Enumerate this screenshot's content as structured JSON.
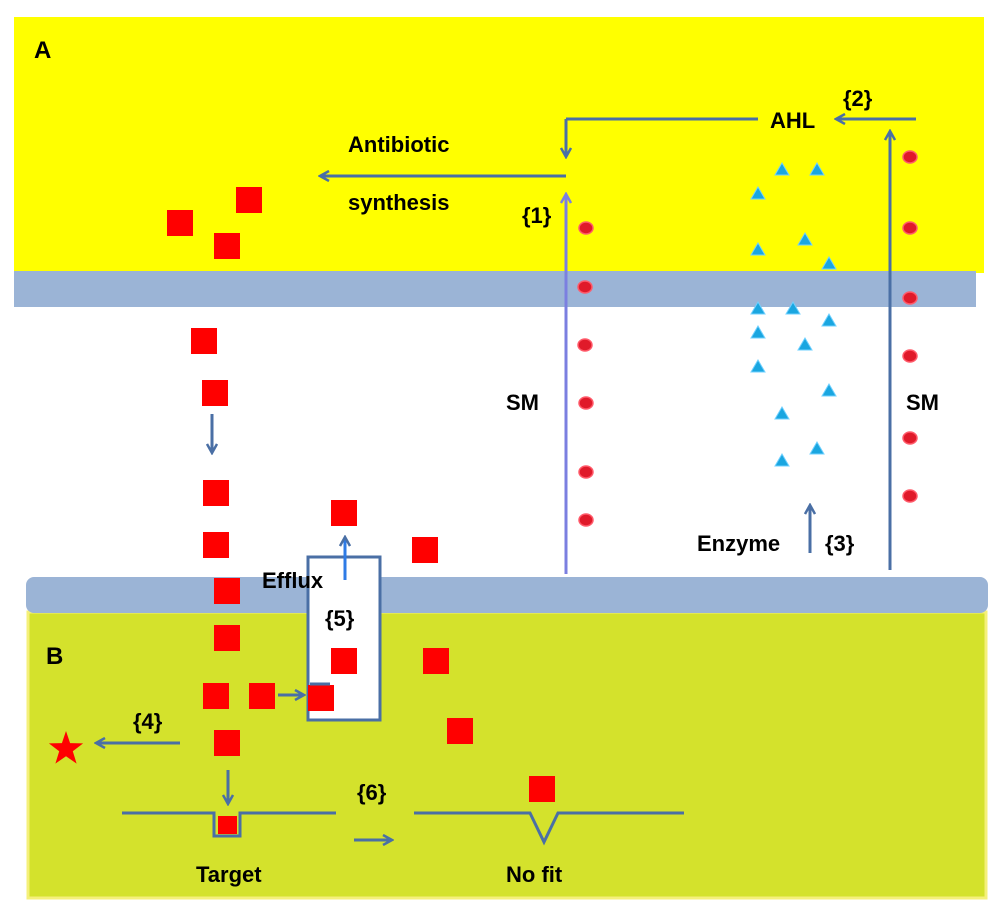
{
  "colors": {
    "cell_a": "#ffff00",
    "cell_b": "#d4e22c",
    "membrane": "#9bb4d6",
    "arrow": "#4a6fa5",
    "arrow_sm": "#7b7fe0",
    "antibiotic": "#ff0000",
    "signal_dot": "#e01a2a",
    "enzyme_triangle": "#1aa6e0"
  },
  "panels": {
    "a": "A",
    "b": "B"
  },
  "labels": {
    "antibiotic": "Antibiotic",
    "synthesis": "synthesis",
    "ahl": "AHL",
    "sm_left": "SM",
    "sm_right": "SM",
    "enzyme": "Enzyme",
    "efflux": "Efflux",
    "target": "Target",
    "no_fit": "No fit"
  },
  "steps": {
    "s1": "{1}",
    "s2": "{2}",
    "s3": "{3}",
    "s4": "{4}",
    "s5": "{5}",
    "s6": "{6}"
  },
  "icons": {
    "antibiotic_molecule": "red-square",
    "signal_molecule": "red-dot",
    "enzyme_molecule": "blue-triangle",
    "inactivated_antibiotic": "red-star"
  }
}
